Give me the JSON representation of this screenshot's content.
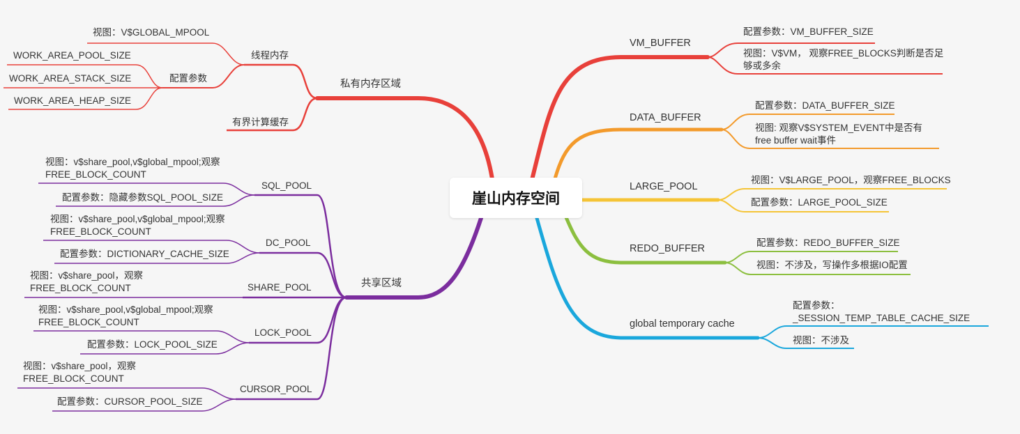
{
  "center": {
    "title": "崖山内存空间"
  },
  "colors": {
    "red": "#e8403a",
    "orange": "#f39a2b",
    "yellow": "#f5c436",
    "green": "#8cbf3f",
    "blue": "#1aa7dc",
    "purple": "#7b2d9e",
    "background": "#f6f6f6"
  },
  "right": {
    "vm_buffer": {
      "label": "VM_BUFFER",
      "config": "配置参数：VM_BUFFER_SIZE",
      "view": "视图：V$VM， 观察FREE_BLOCKS判断是否足够或多余"
    },
    "data_buffer": {
      "label": "DATA_BUFFER",
      "config": "配置参数：DATA_BUFFER_SIZE",
      "view": "视图: 观察V$SYSTEM_EVENT中是否有free buffer wait事件"
    },
    "large_pool": {
      "label": "LARGE_POOL",
      "view": "视图：V$LARGE_POOL，观察FREE_BLOCKS",
      "config": "配置参数：LARGE_POOL_SIZE"
    },
    "redo_buffer": {
      "label": "REDO_BUFFER",
      "config": "配置参数：REDO_BUFFER_SIZE",
      "view": "视图：不涉及，写操作多根据IO配置"
    },
    "global_temp": {
      "label": "global temporary cache",
      "config": "配置参数：_SESSION_TEMP_TABLE_CACHE_SIZE",
      "view": "视图：不涉及"
    }
  },
  "private": {
    "label": "私有内存区域",
    "thread_mem": {
      "label": "线程内存",
      "view": "视图：V$GLOBAL_MPOOL",
      "config": {
        "label": "配置参数",
        "items": [
          "WORK_AREA_POOL_SIZE",
          "WORK_AREA_STACK_SIZE",
          "WORK_AREA_HEAP_SIZE"
        ]
      }
    },
    "bounded_cache": "有界计算缓存"
  },
  "shared": {
    "label": "共享区域",
    "sql_pool": {
      "label": "SQL_POOL",
      "view": "视图：v$share_pool,v$global_mpool;观察FREE_BLOCK_COUNT",
      "config": "配置参数：隐藏参数SQL_POOL_SIZE"
    },
    "dc_pool": {
      "label": "DC_POOL",
      "view": "视图：v$share_pool,v$global_mpool;观察FREE_BLOCK_COUNT",
      "config": "配置参数：DICTIONARY_CACHE_SIZE"
    },
    "share_pool": {
      "label": "SHARE_POOL",
      "view": "视图：v$share_pool，观察FREE_BLOCK_COUNT"
    },
    "lock_pool": {
      "label": "LOCK_POOL",
      "view": "视图：v$share_pool,v$global_mpool;观察FREE_BLOCK_COUNT",
      "config": "配置参数：LOCK_POOL_SIZE"
    },
    "cursor_pool": {
      "label": "CURSOR_POOL",
      "view": "视图：v$share_pool，观察FREE_BLOCK_COUNT",
      "config": "配置参数：CURSOR_POOL_SIZE"
    }
  }
}
